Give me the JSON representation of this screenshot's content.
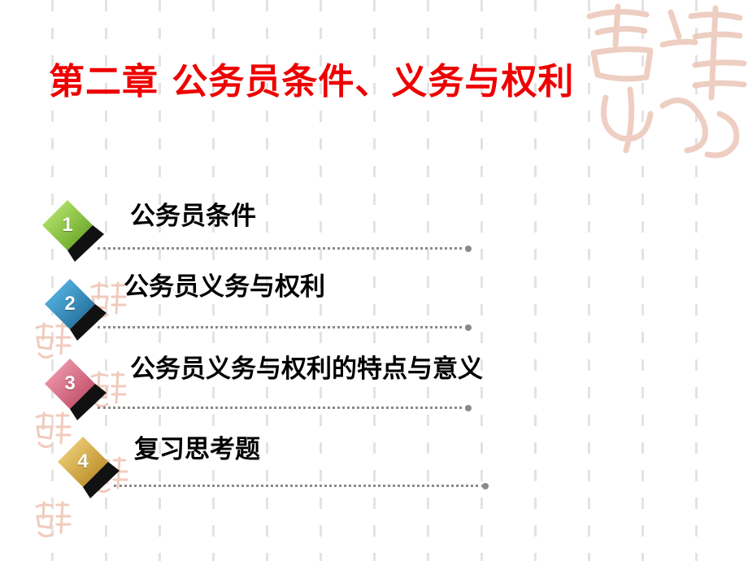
{
  "slide": {
    "title": "第二章  公务员条件、义务与权利",
    "title_color": "#ee0000",
    "decoration": "ji-xiang-seal-watermark",
    "decoration_text": "吉祥"
  },
  "agenda": [
    {
      "number": "1",
      "label": "公务员条件",
      "badge_color": "#8dc63f",
      "badge_color_dark": "#5a8a1a"
    },
    {
      "number": "2",
      "label": "公务员义务与权利",
      "badge_color": "#2f8fc9",
      "badge_color_dark": "#1b5e8c"
    },
    {
      "number": "3",
      "label": "公务员义务与权利的特点与意义",
      "badge_color": "#e86f8a",
      "badge_color_dark": "#b84660"
    },
    {
      "number": "4",
      "label": "复习思考题",
      "badge_color": "#e9b23c",
      "badge_color_dark": "#b07d15"
    }
  ]
}
